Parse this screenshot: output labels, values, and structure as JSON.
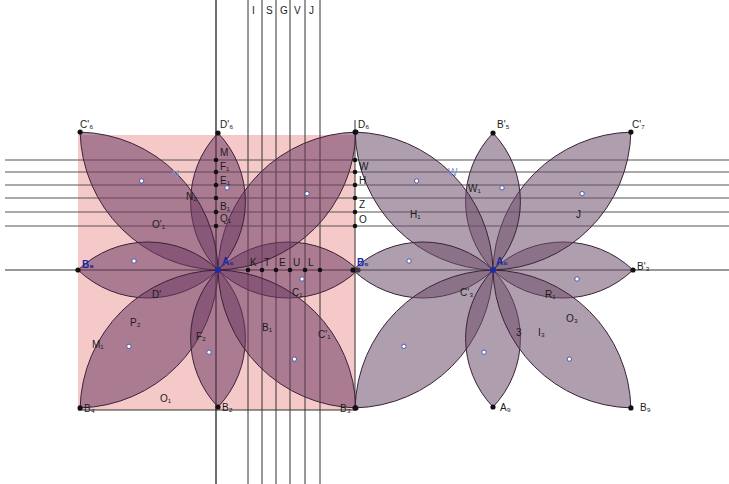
{
  "diagram": {
    "labels": [
      "C'₆",
      "D'₆",
      "I",
      "S",
      "G",
      "V",
      "J",
      "D₆",
      "B'₅",
      "C'₇",
      "M",
      "F₁",
      "E₁",
      "B₁",
      "Q₁",
      "W",
      "H",
      "Z",
      "O",
      "B₈",
      "A₆",
      "K",
      "T",
      "E",
      "U",
      "L",
      "B₅",
      "A₅",
      "B'₃",
      "N",
      "N₂",
      "O'₁",
      "D'",
      "P₂",
      "F₂",
      "B₁",
      "C₁",
      "C'₁",
      "M₁",
      "O₁",
      "B₄",
      "B₂",
      "B₃",
      "W",
      "W₁",
      "H₁",
      "J",
      "C'₃",
      "R₁",
      "O₃",
      "I₃",
      "3",
      "A₉",
      "B₉"
    ]
  }
}
